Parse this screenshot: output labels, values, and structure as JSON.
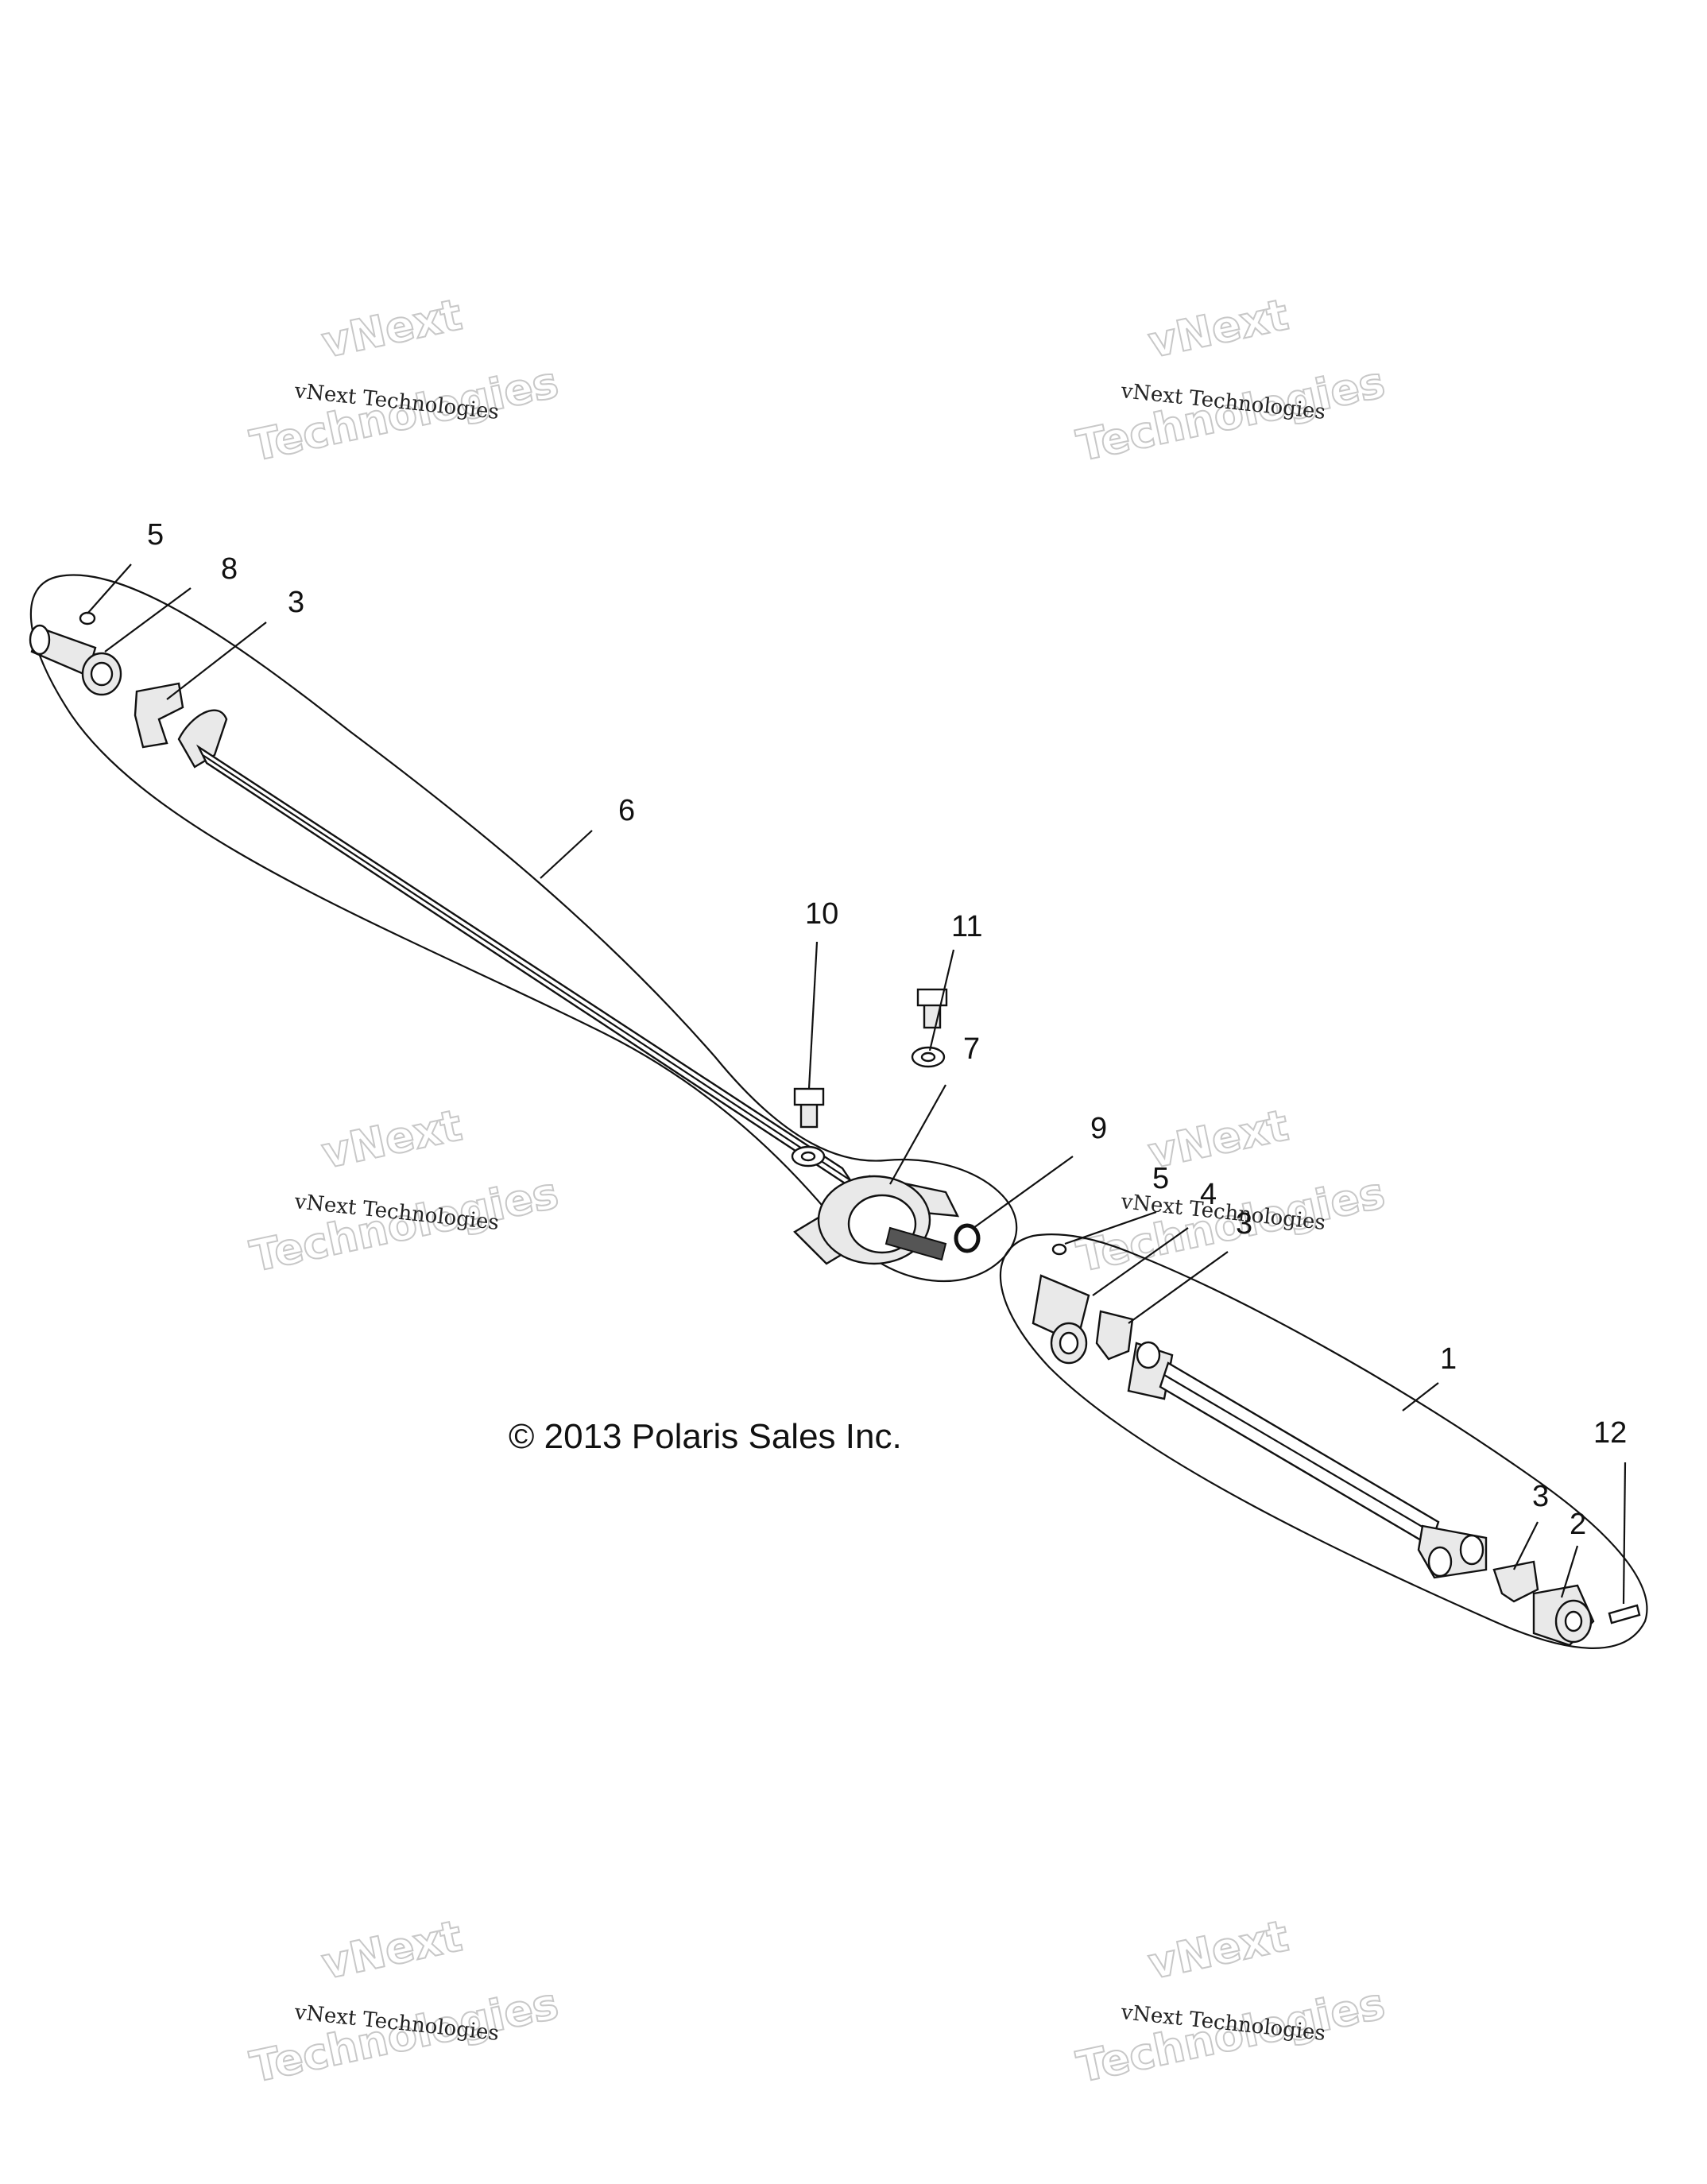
{
  "copyright": "© 2013 Polaris Sales Inc.",
  "watermark": {
    "small": "vNext Technologies",
    "big_top": "vNext",
    "big_bottom": "Technologies"
  },
  "callouts": {
    "c1": "1",
    "c2": "2",
    "c3a": "3",
    "c3b": "3",
    "c3c": "3",
    "c4": "4",
    "c5a": "5",
    "c5b": "5",
    "c6": "6",
    "c7": "7",
    "c8": "8",
    "c9": "9",
    "c10": "10",
    "c11": "11",
    "c12": "12"
  },
  "colors": {
    "line": "#111111",
    "background": "#ffffff",
    "watermark": "#c8c8c8"
  }
}
